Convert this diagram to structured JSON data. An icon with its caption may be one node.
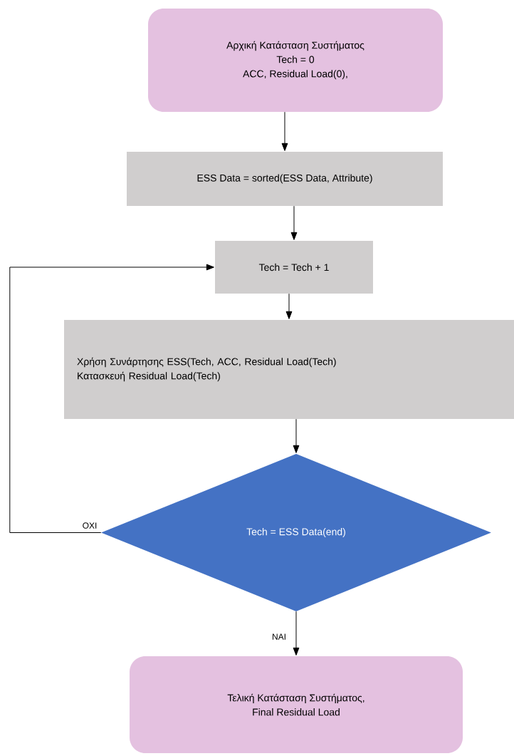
{
  "diagram": {
    "nodes": [
      {
        "text": [
          "Αρχική Κατάσταση Συστήματος",
          "Tech = 0",
          "ACC, Residual Load(0),"
        ]
      },
      {
        "text": [
          "ESS Data = sorted(ESS Data, Attribute)"
        ]
      },
      {
        "text": [
          "Tech  = Tech + 1"
        ]
      },
      {
        "text": [
          "Χρήση Συνάρτησης ESS(Tech, ACC, Residual Load(Tech)",
          "Κατασκευή Residual Load(Tech)"
        ]
      },
      {
        "text": [
          "Tech = ESS Data(end)"
        ]
      },
      {
        "text": [
          "Τελική Κατάσταση Συστήματος,",
          "Final Residual Load"
        ]
      }
    ],
    "edges": [
      {
        "from": 0,
        "to": 1,
        "arrow": "to"
      },
      {
        "from": 1,
        "to": 2,
        "arrow": "to"
      },
      {
        "from": 2,
        "to": 3,
        "arrow": "to"
      },
      {
        "from": 3,
        "to": 4,
        "arrow": "to"
      },
      {
        "from": 4,
        "to": 5,
        "arrow": "to",
        "label": "ΝΑΙ"
      },
      {
        "from": 4,
        "to": 2,
        "arrow": "to",
        "label": "ΟΧΙ"
      }
    ]
  }
}
